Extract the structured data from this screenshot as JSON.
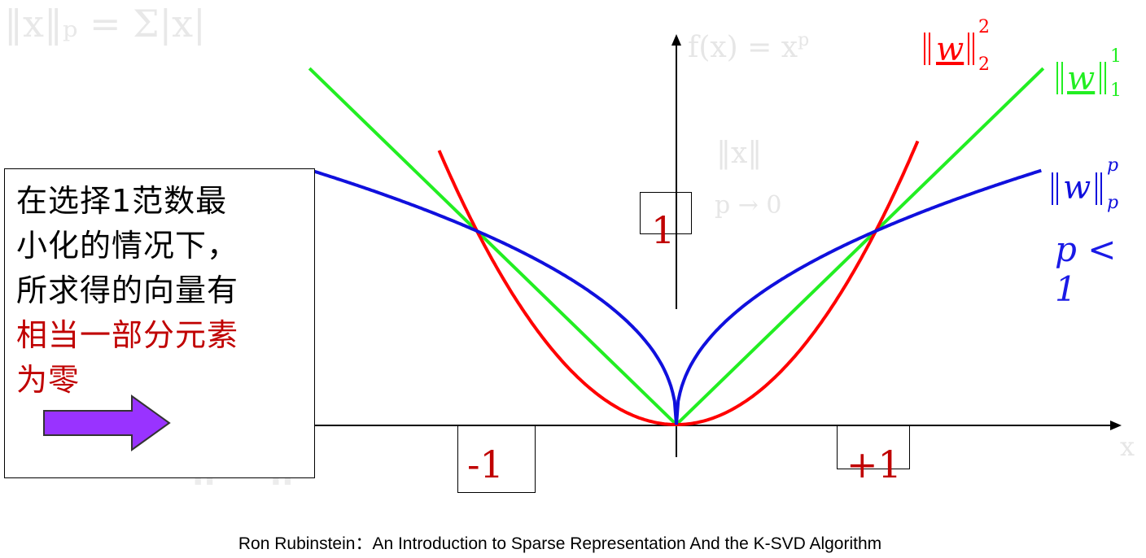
{
  "callout": {
    "line1": "在选择1范数最",
    "line2": "小化的情况下，",
    "line3": "所求得的向量有",
    "line4": "相当一部分元素",
    "line5": "为零"
  },
  "ticks": {
    "neg_one": "-1",
    "pos_one": "+1",
    "y_one": "1"
  },
  "formulas": {
    "axis_function": "f(x) = x",
    "axis_function_exp": "p",
    "norm_w": "w",
    "norm2_sup": "2",
    "norm2_sub": "2",
    "norm1_sup": "1",
    "norm1_sub": "1",
    "normp_sup": "p",
    "normp_sub": "p",
    "p_condition": "p < 1",
    "x_axis_label": "x"
  },
  "citation": "Ron Rubinstein：An Introduction to Sparse Representation And the K-SVD Algorithm",
  "colors": {
    "l2": "#ff0000",
    "l1": "#22ee22",
    "lp": "#1010dd",
    "callout_red": "#c00000",
    "arrow_fill": "#9933ff",
    "faded": "#e6e6e6"
  }
}
